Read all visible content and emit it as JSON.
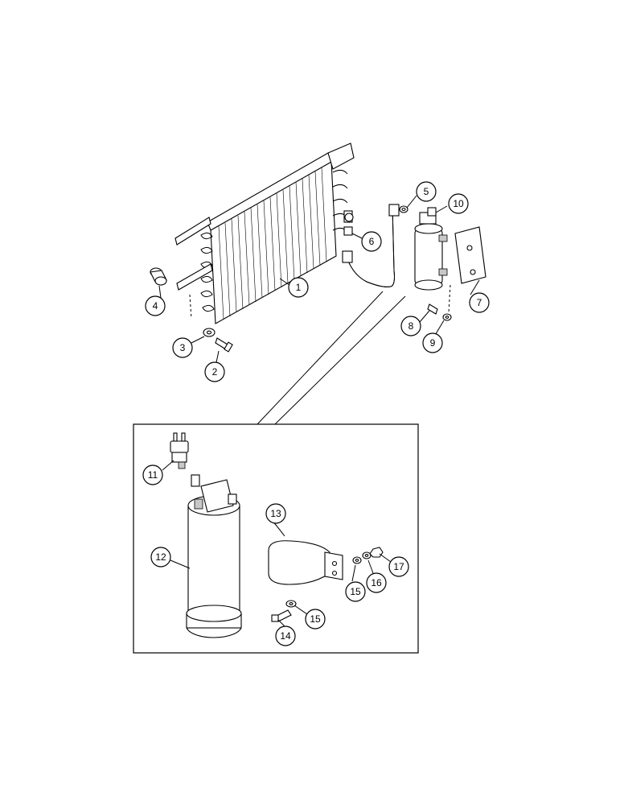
{
  "figure": {
    "callouts": [
      {
        "id": "c1",
        "label": "1"
      },
      {
        "id": "c2",
        "label": "2"
      },
      {
        "id": "c3",
        "label": "3"
      },
      {
        "id": "c4",
        "label": "4"
      },
      {
        "id": "c5",
        "label": "5"
      },
      {
        "id": "c6",
        "label": "6"
      },
      {
        "id": "c7",
        "label": "7"
      },
      {
        "id": "c8",
        "label": "8"
      },
      {
        "id": "c9",
        "label": "9"
      },
      {
        "id": "c10",
        "label": "10"
      },
      {
        "id": "c11",
        "label": "11"
      },
      {
        "id": "c12",
        "label": "12"
      },
      {
        "id": "c13",
        "label": "13"
      },
      {
        "id": "c14",
        "label": "14"
      },
      {
        "id": "c15a",
        "label": "15"
      },
      {
        "id": "c15b",
        "label": "15"
      },
      {
        "id": "c16",
        "label": "16"
      },
      {
        "id": "c17",
        "label": "17"
      }
    ]
  }
}
